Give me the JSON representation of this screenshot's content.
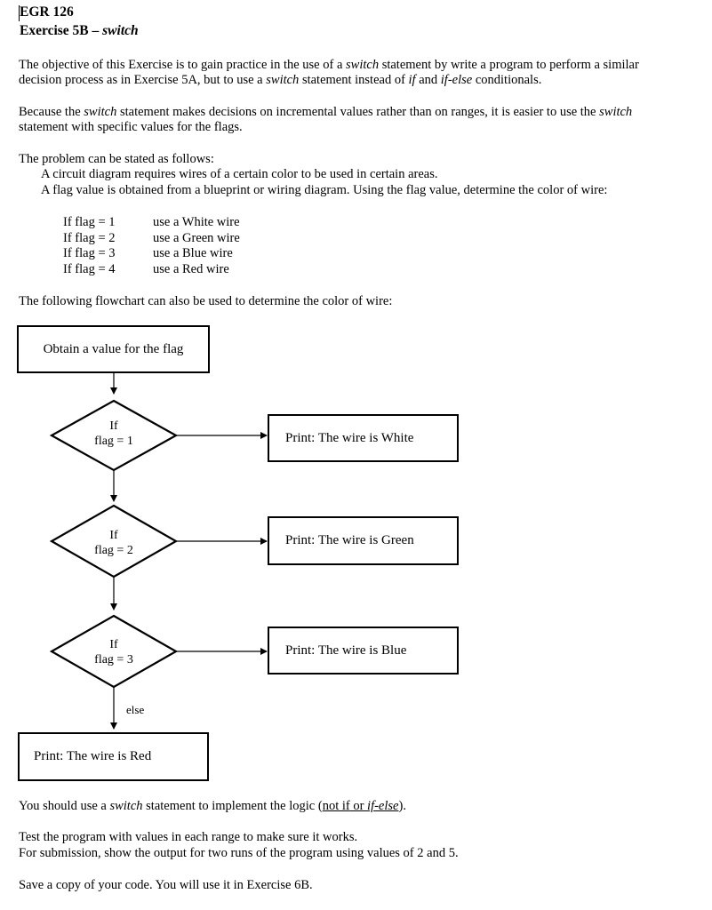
{
  "header": {
    "course": "EGR 126",
    "exercise_prefix": "Exercise 5B – ",
    "exercise_topic": "switch"
  },
  "para1": {
    "line1_a": "The objective of this Exercise is to gain practice in the use of a ",
    "line1_b": "switch",
    "line1_c": " statement by write a program to perform a similar",
    "line2_a": "decision process as in Exercise 5A, but to use a ",
    "line2_b": "switch",
    "line2_c": " statement instead of ",
    "line2_d": "if",
    "line2_e": " and  ",
    "line2_f": "if-else",
    "line2_g": " conditionals."
  },
  "para2": {
    "line1_a": "Because the ",
    "line1_b": "switch",
    "line1_c": " statement makes decisions on incremental values rather than on ranges, it is easier to use the ",
    "line1_d": "switch",
    "line2": "statement with specific values for the flags."
  },
  "problem": {
    "intro": "The problem can be stated as follows:",
    "line1": "A circuit diagram requires wires of a certain color to be used in certain areas.",
    "line2": "A flag value is obtained from a blueprint or wiring diagram. Using the flag value, determine the color of wire:"
  },
  "conditions": [
    {
      "cond": "If  flag = 1",
      "action": "use a White wire"
    },
    {
      "cond": "If  flag = 2",
      "action": "use a Green wire"
    },
    {
      "cond": "If  flag = 3",
      "action": "use a Blue wire"
    },
    {
      "cond": "If  flag = 4",
      "action": "use a Red wire"
    }
  ],
  "flowchart_intro": "The following flowchart can also be used to determine the color of wire:",
  "flowchart": {
    "start": "Obtain a value for the flag",
    "decisions": [
      {
        "if": "If",
        "cond": "flag = 1",
        "output": "Print:  The wire is White"
      },
      {
        "if": "If",
        "cond": "flag = 2",
        "output": "Print:  The wire is Green"
      },
      {
        "if": "If",
        "cond": "flag = 3",
        "output": "Print:  The wire is Blue"
      }
    ],
    "else_label": "else",
    "else_output": "Print:  The wire is Red"
  },
  "footer": {
    "l1_a": "You should use a ",
    "l1_b": "switch",
    "l1_c": " statement to implement the logic (",
    "l1_d": "not  if",
    "l1_e": " or ",
    "l1_f": "if-else",
    "l1_g": ").",
    "l2": "Test the program with values in each range to make sure it works.",
    "l3": "For submission, show the output for two runs of the program using values of 2 and 5.",
    "l4": "Save a copy of your code.  You will use it in Exercise 6B."
  }
}
